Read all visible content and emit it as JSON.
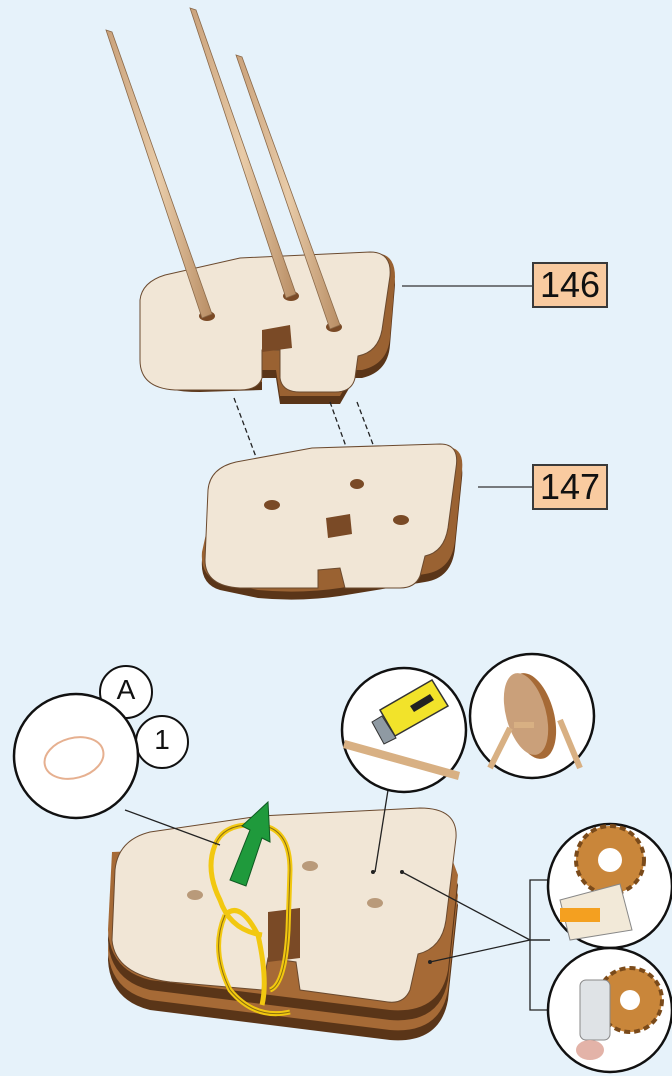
{
  "parts": [
    {
      "id": "upper",
      "label": "146"
    },
    {
      "id": "lower",
      "label": "147"
    }
  ],
  "callouts": {
    "step_letter": "A",
    "step_number": "1"
  },
  "colors": {
    "background": "#e6f2fa",
    "wood_face": "#f1e6d6",
    "wood_edge": "#7a4a26",
    "label_fill": "#f9cba0",
    "rubber_band": "#f2c810",
    "arrow": "#1f9a3c"
  },
  "icons": [
    "skewer-icon",
    "rubber-band-icon",
    "utility-knife-icon",
    "wheel-axle-icon",
    "gear-sticker-icon",
    "gear-tube-icon"
  ]
}
